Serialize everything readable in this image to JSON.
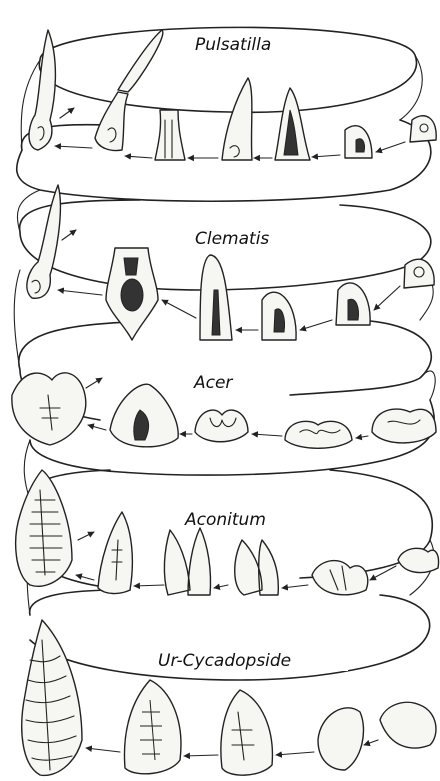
{
  "labels": {
    "pulsatilla": "Pulsatilla",
    "clematis": "Clematis",
    "acer": "Acer",
    "aconitum": "Aconitum",
    "ur_cycadopside": "Ur-Cycadopside"
  },
  "colors": {
    "paper": "#ffffff",
    "ink": "#222222"
  }
}
